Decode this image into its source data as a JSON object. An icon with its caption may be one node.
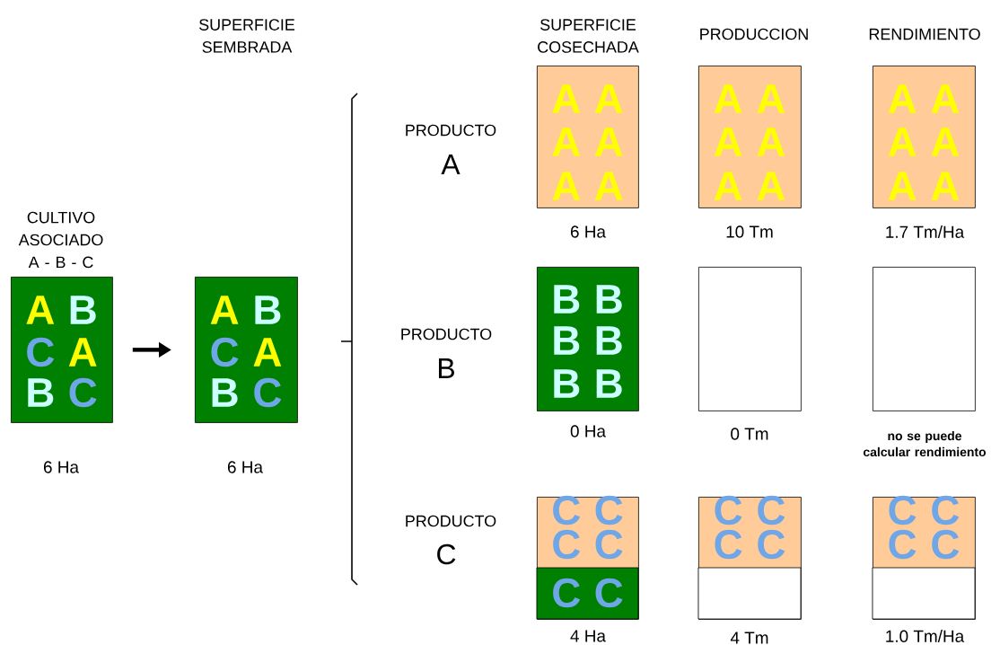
{
  "diagram": {
    "nodes": [
      {
        "text": [
          "A",
          "B",
          "C",
          "A",
          "B",
          "C"
        ],
        "beside": [
          "CULTIVO ASOCIADO A - B - C",
          "6 Ha"
        ]
      },
      {
        "text": [
          "A",
          "B",
          "C",
          "A",
          "B",
          "C"
        ],
        "beside": [
          "6 Ha"
        ]
      },
      {
        "text": [
          "A",
          "A",
          "A",
          "A",
          "A",
          "A"
        ],
        "beside": [
          "6 Ha"
        ]
      },
      {
        "text": [
          "A",
          "A",
          "A",
          "A",
          "A",
          "A"
        ],
        "beside": [
          "10 Tm"
        ]
      },
      {
        "text": [
          "A",
          "A",
          "A",
          "A",
          "A",
          "A"
        ],
        "beside": [
          "1.7 Tm/Ha"
        ]
      },
      {
        "text": [
          "B",
          "B",
          "B",
          "B",
          "B",
          "B"
        ],
        "beside": [
          "0 Ha"
        ]
      },
      {
        "text": [],
        "shape": "box",
        "beside": [
          "0 Tm"
        ]
      },
      {
        "text": [],
        "shape": "box",
        "beside": [
          "no se puede calcular rendimiento"
        ]
      },
      {
        "text": [
          "C",
          "C",
          "C",
          "C",
          "C",
          "C"
        ],
        "beside": [
          "4 Ha"
        ]
      },
      {
        "text": [
          "C",
          "C",
          "C",
          "C"
        ],
        "beside": [
          "4 Tm"
        ]
      },
      {
        "text": [
          "C",
          "C",
          "C",
          "C"
        ],
        "beside": [
          "1.0 Tm/Ha"
        ]
      }
    ],
    "edges": [
      {
        "from": 0,
        "to": 1,
        "arrow": "to"
      }
    ],
    "labels": [
      "SUPERFICIE SEMBRADA",
      "SUPERFICIE COSECHADA",
      "PRODUCCION",
      "RENDIMIENTO",
      "PRODUCTO",
      "A",
      "PRODUCTO",
      "B",
      "PRODUCTO",
      "C"
    ]
  }
}
